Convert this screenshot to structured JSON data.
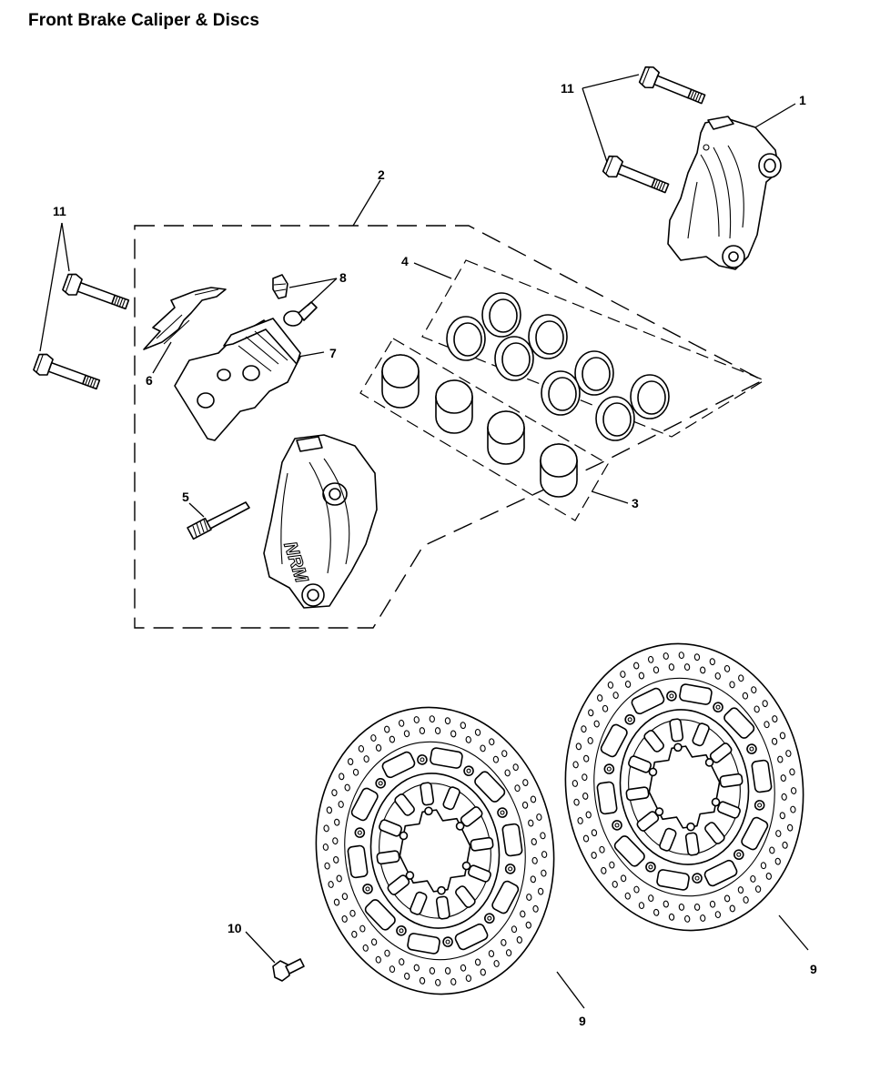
{
  "title": "Front Brake Caliper & Discs",
  "callouts": {
    "c1": "1",
    "c2": "2",
    "c3": "3",
    "c4": "4",
    "c5": "5",
    "c6": "6",
    "c7": "7",
    "c8": "8",
    "c9a": "9",
    "c9b": "9",
    "c10": "10",
    "c11a": "11",
    "c11b": "11"
  },
  "caliper_logo_text": "NRM"
}
